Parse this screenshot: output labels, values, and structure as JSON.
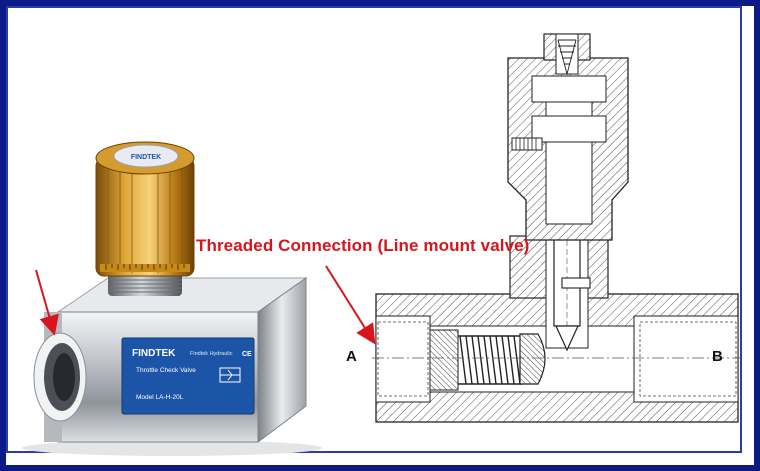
{
  "callout": {
    "text": "Threaded Connection (Line mount valve)",
    "color": "#d8141c"
  },
  "ports": {
    "left": "A",
    "right": "B"
  },
  "product": {
    "cap_brand": "FINDTEK",
    "label_brand": "FINDTEK",
    "label_company": "Findtek Hydraulic",
    "label_product": "Throttle Check Valve",
    "label_model": "Model  LA-H-20L",
    "label_mark": "CE"
  },
  "colors": {
    "frame": "#0c1a86",
    "label": "#1c55a8",
    "knob": "#c68a1a",
    "body": "#c9ccd1",
    "hatch": "#333333"
  }
}
